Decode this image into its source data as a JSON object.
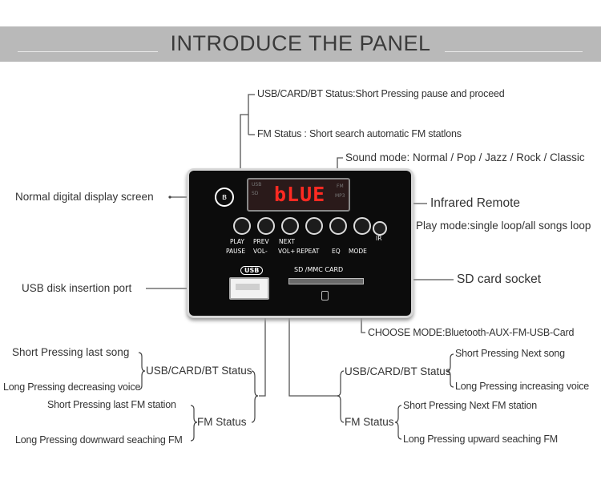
{
  "title": "INTRODUCE THE PANEL",
  "panel": {
    "display": "bLUE",
    "lcd_tags": [
      "USB",
      "SD",
      "FM",
      "MP3"
    ],
    "bt_symbol": "ʙ",
    "buttons": [
      "PLAY",
      "PREV",
      "NEXT",
      "",
      "",
      ""
    ],
    "button_lower": [
      "PAUSE",
      "VOL-",
      "VOL+",
      "REPEAT",
      "EQ",
      "MODE"
    ],
    "ir": "IR",
    "sd_label": "SD /MMC CARD",
    "usb_tag": "USB"
  },
  "labels": {
    "top_status": "USB/CARD/BT Status:Short Pressing pause and proceed",
    "top_fm": "FM Status : Short search automatic FM statlons",
    "sound_mode": "Sound mode: Normal / Pop / Jazz / Rock / Classic",
    "display_screen": "Normal digital display screen",
    "infrared": "Infrared Remote",
    "play_mode": "Play mode:single loop/all songs loop",
    "usb_port": "USB disk insertion port",
    "sd_socket": "SD card socket",
    "choose_mode": "CHOOSE MODE:Bluetooth-AUX-FM-USB-Card",
    "left_short_song": "Short Pressing last song",
    "left_long_voice": "Long Pressing decreasing voice",
    "left_status": "USB/CARD/BT Status",
    "left_short_fm": "Short Pressing last FM station",
    "left_fm_status": "FM Status",
    "left_long_fm": "Long Pressing downward seaching FM",
    "right_status": "USB/CARD/BT Status",
    "right_short_song": "Short Pressing Next song",
    "right_long_voice": "Long Pressing increasing voice",
    "right_fm_status": "FM Status",
    "right_short_fm": "Short Pressing Next FM station",
    "right_long_fm": "Long Pressing upward seaching FM"
  }
}
